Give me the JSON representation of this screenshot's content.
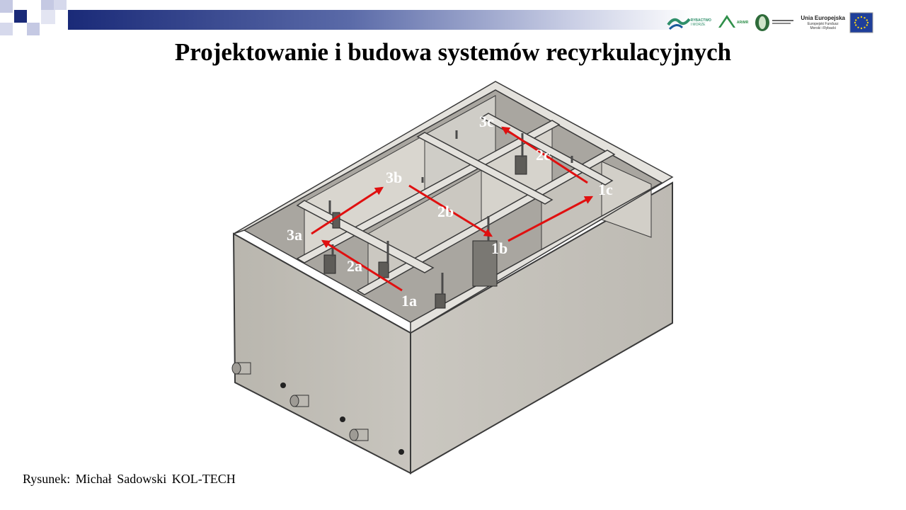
{
  "slide": {
    "title": "Projektowanie i budowa systemów recyrkulacyjnych",
    "credit": "Rysunek: Michał Sadowski KOL-TECH"
  },
  "logos": {
    "rybactwo": {
      "line1": "RYBACTWO",
      "line2": "I MORZE"
    },
    "arimr": "ARiMR",
    "eu": {
      "title": "Unia Europejska",
      "line1": "Europejski Fundusz",
      "line2": "Morski i Rybacki"
    }
  },
  "diagram": {
    "flow_labels": [
      "1a",
      "2a",
      "3a",
      "3b",
      "2b",
      "1b",
      "1c",
      "2c",
      "3c"
    ],
    "colors": {
      "arrow": "#e01010",
      "tank": "#c9c6bf",
      "edge": "#3a3a3a",
      "header_navy": "#1a2a78"
    }
  }
}
